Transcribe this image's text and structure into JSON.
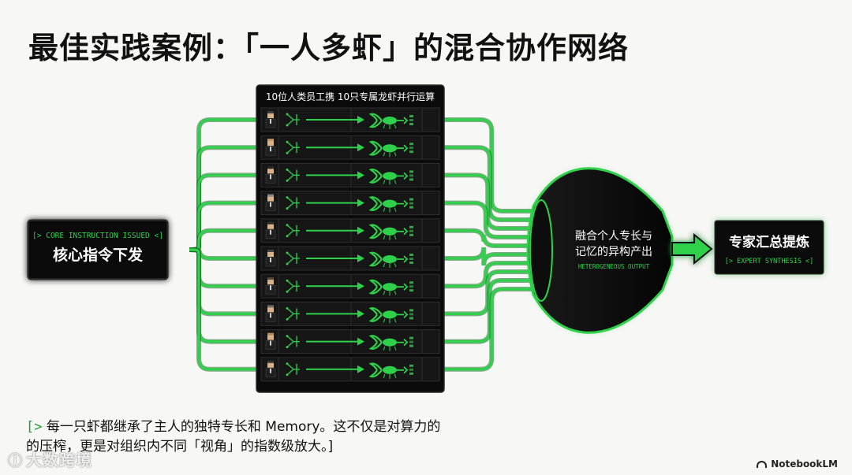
{
  "title": "最佳实践案例：「一人多虾」的混合协作网络",
  "panel": {
    "header": "10位人类员工携 10只专属龙虾并行运算",
    "rows": 10
  },
  "input_box": {
    "tag": "[> CORE INSTRUCTION ISSUED <]",
    "label": "核心指令下发"
  },
  "funnel": {
    "line1": "融合个人专长与",
    "line2": "记忆的异构产出",
    "tag": "HETEROGENEOUS OUTPUT"
  },
  "output_box": {
    "label": "专家汇总提炼",
    "tag": "[> EXPERT SYNTHESIS <]"
  },
  "caption": {
    "prompt": "[>",
    "line1": "每一只虾都继承了主人的独特专长和 Memory。这不仅是对算力的",
    "line2": "的压榨，更是对组织内不同「视角」的指数级放大。]"
  },
  "watermark": {
    "text": "大数跨境",
    "icon": "weibo-icon"
  },
  "brand": {
    "text": "NotebookLM",
    "icon": "notebooklm-logo-icon"
  },
  "colors": {
    "accent": "#2fd14a",
    "accent_dark": "#1b6e2a",
    "panel": "#0b0b0b",
    "cell": "#161616",
    "outline": "#1e1e1e",
    "background": "#f7f7f5"
  }
}
